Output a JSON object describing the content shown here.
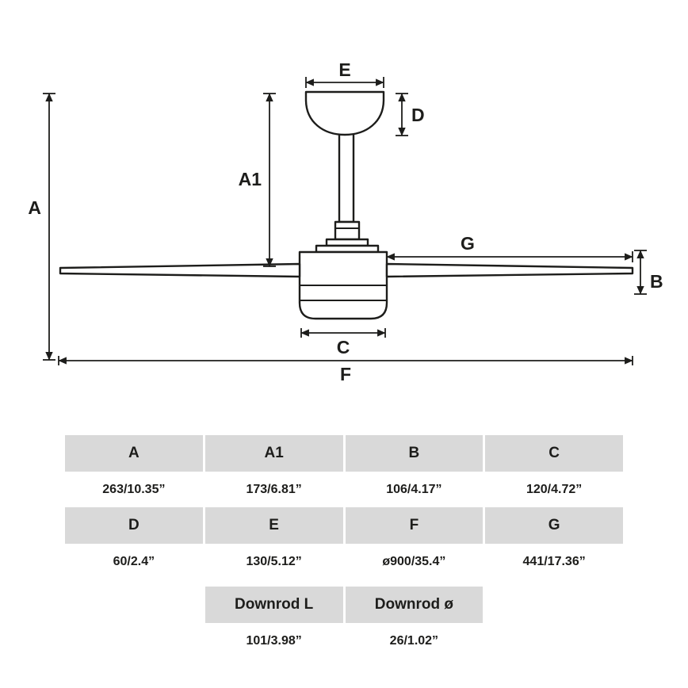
{
  "diagram": {
    "line_color": "#1d1d1b",
    "dim_labels": {
      "A": "A",
      "A1": "A1",
      "B": "B",
      "C": "C",
      "D": "D",
      "E": "E",
      "F": "F",
      "G": "G"
    }
  },
  "table": {
    "header_bg": "#d9d9d9",
    "main": {
      "header_row_1": [
        "A",
        "A1",
        "B",
        "C"
      ],
      "value_row_1": [
        "263/10.35”",
        "173/6.81”",
        "106/4.17”",
        "120/4.72”"
      ],
      "header_row_2": [
        "D",
        "E",
        "F",
        "G"
      ],
      "value_row_2": [
        "60/2.4”",
        "130/5.12”",
        "ø900/35.4”",
        "441/17.36”"
      ]
    },
    "downrod": {
      "header_row": [
        "Downrod L",
        "Downrod ø"
      ],
      "value_row": [
        "101/3.98”",
        "26/1.02”"
      ]
    }
  }
}
